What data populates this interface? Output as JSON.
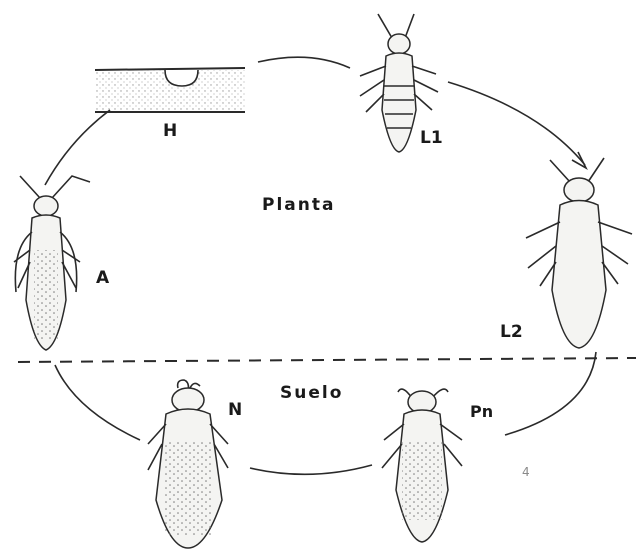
{
  "diagram": {
    "zones": {
      "upper": "Planta",
      "lower": "Suelo"
    },
    "stages": [
      {
        "id": "H",
        "label": "H"
      },
      {
        "id": "L1",
        "label": "L1"
      },
      {
        "id": "L2",
        "label": "L2"
      },
      {
        "id": "Pn",
        "label": "Pn"
      },
      {
        "id": "N",
        "label": "N"
      },
      {
        "id": "A",
        "label": "A"
      }
    ],
    "corner_mark": "4"
  }
}
